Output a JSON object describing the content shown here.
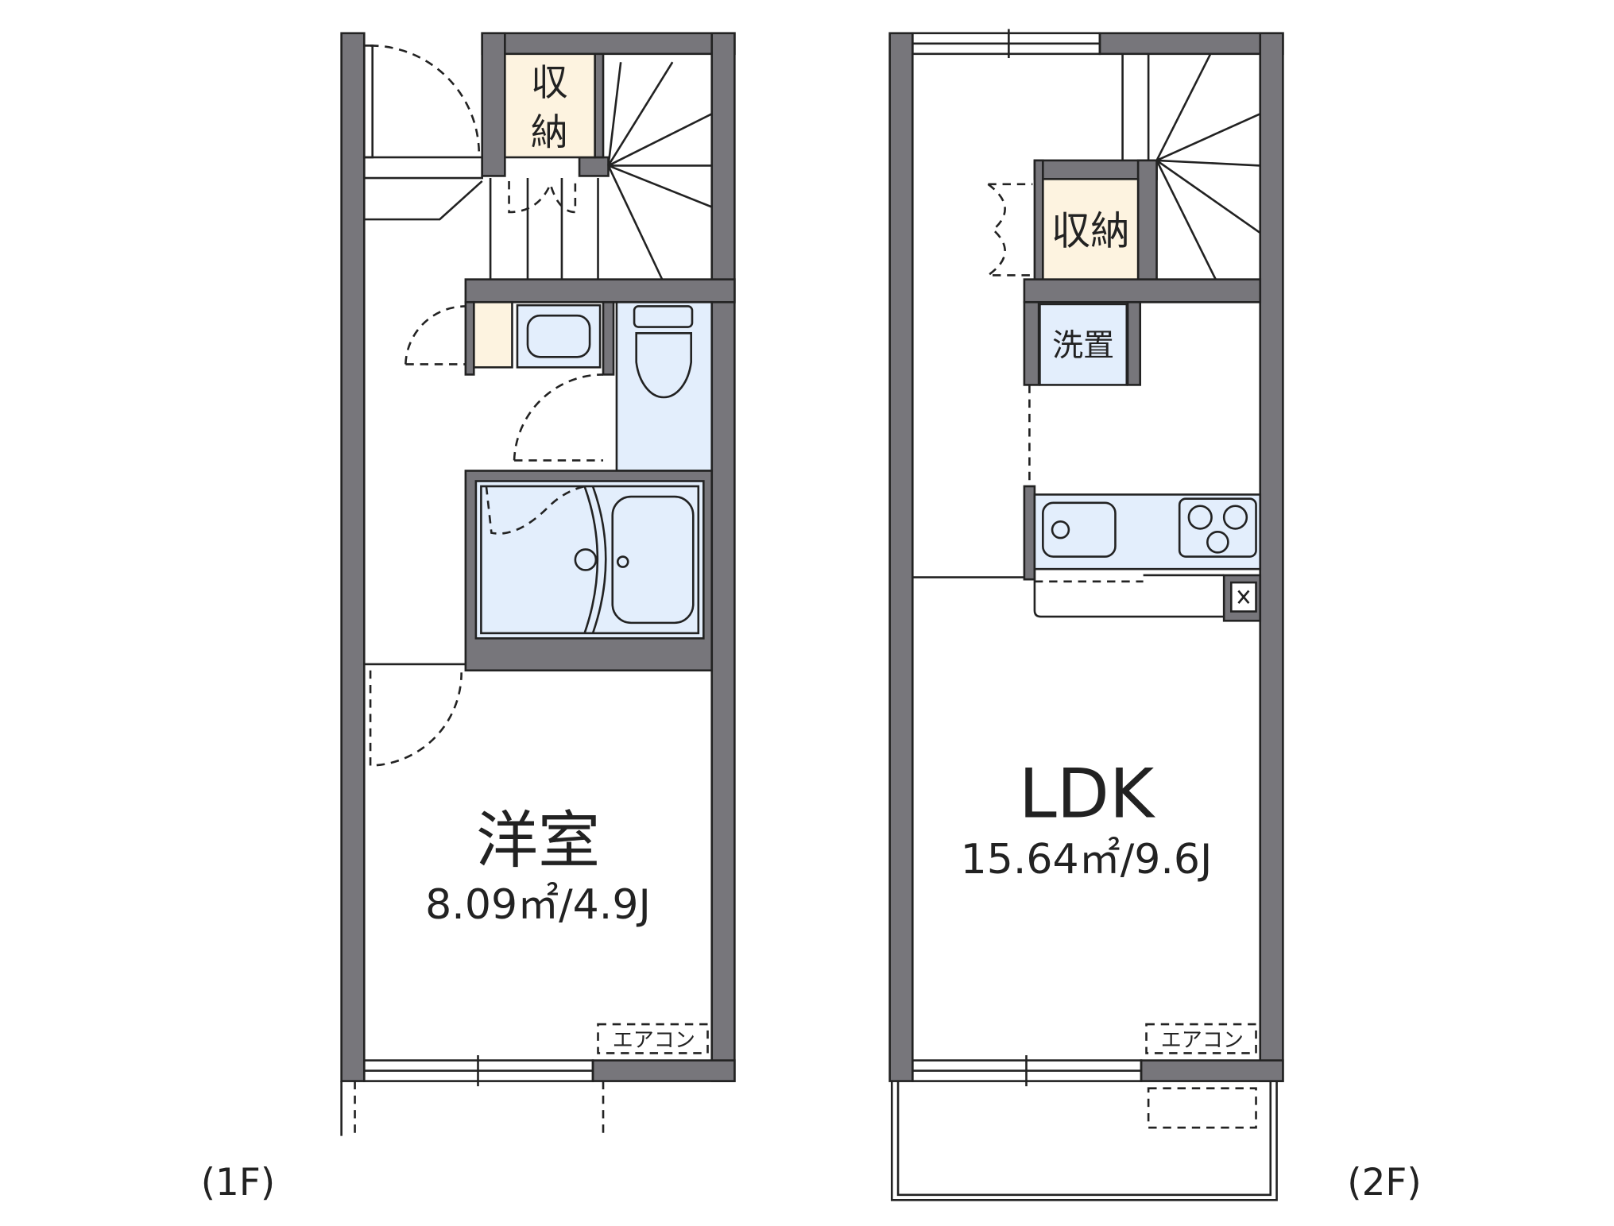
{
  "floor1": {
    "label": "(1F)",
    "storage_label_1": "収",
    "storage_label_2": "納",
    "room_name": "洋室",
    "room_size": "8.09㎡/4.9J",
    "aircon_label": "エアコン"
  },
  "floor2": {
    "label": "(2F)",
    "storage_label": "収納",
    "laundry_label": "洗置",
    "room_name": "LDK",
    "room_size": "15.64㎡/9.6J",
    "aircon_label": "エアコン"
  },
  "colors": {
    "wall": "#77767b",
    "wet_area": "#e3eefc",
    "storage": "#fdf3e0"
  }
}
